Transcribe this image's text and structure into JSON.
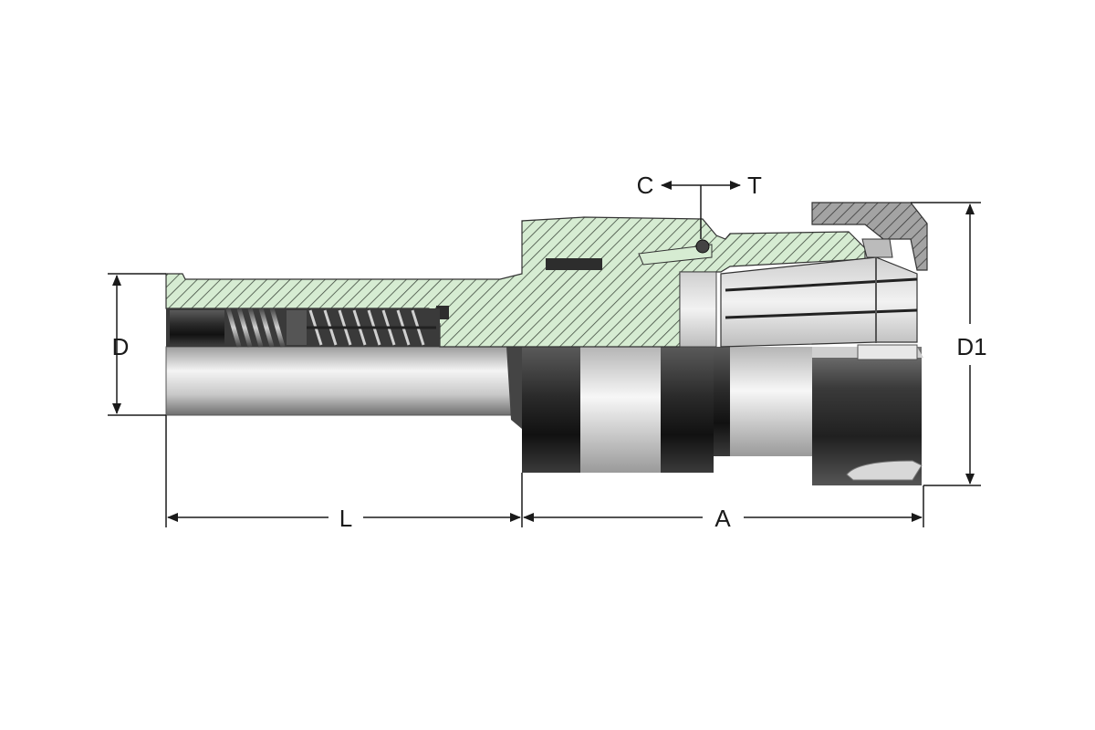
{
  "labels": {
    "diameter_shank": "D",
    "length_shank": "L",
    "length_head": "A",
    "diameter_head": "D1",
    "compression": "C",
    "tension": "T"
  },
  "colors": {
    "section_fill": "#d6ecd2",
    "hatch": "#3f4a3e",
    "nut_fill": "#9a9a9a",
    "dimension_line": "#1a1a1a",
    "metal_dark": "#2b2b2b",
    "metal_light": "#e6e6e6"
  }
}
